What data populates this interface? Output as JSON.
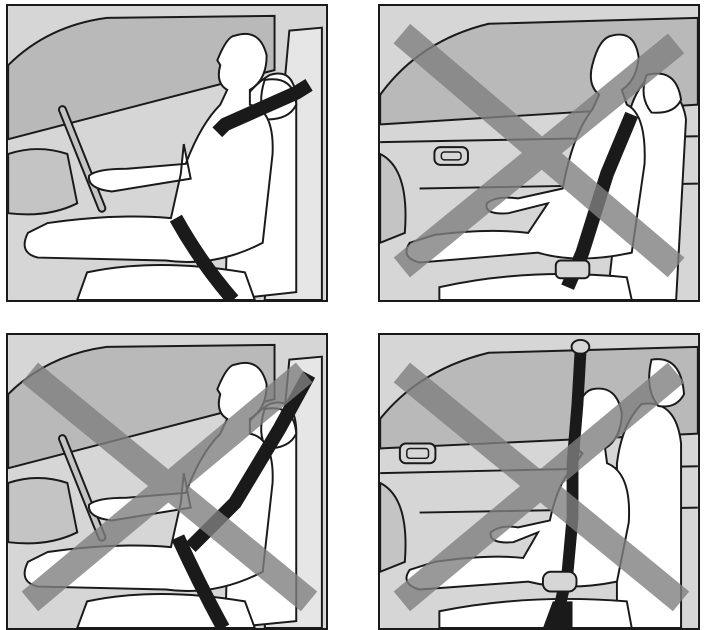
{
  "colors": {
    "background": "#ffffff",
    "interior": "#d6d6d6",
    "window": "#b9b9b9",
    "outline": "#1a1a1a",
    "seat": "#ffffff",
    "belt": "#1a1a1a",
    "cross_mark": "#7f7f7f"
  },
  "panels": [
    {
      "id": "driver-correct-belt",
      "crossed": false
    },
    {
      "id": "passenger-reclined-belt",
      "crossed": true
    },
    {
      "id": "driver-belt-on-neck-and-abdomen",
      "crossed": true
    },
    {
      "id": "passenger-belt-behind-arm",
      "crossed": true
    }
  ]
}
